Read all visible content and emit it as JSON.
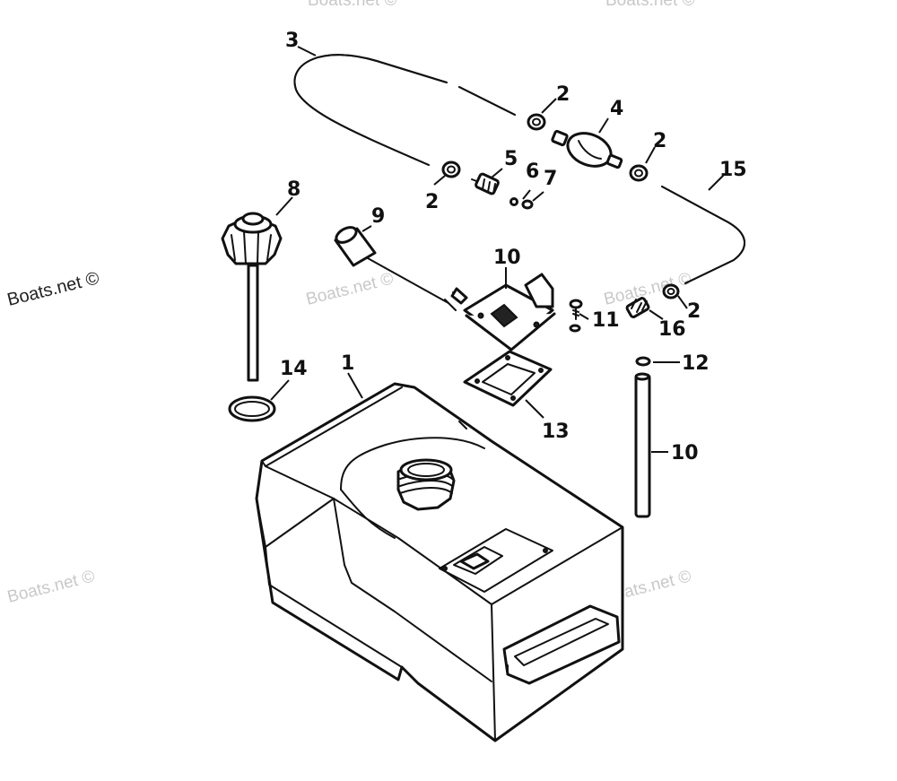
{
  "watermark": {
    "text": "Boats.net ©",
    "instances": 7
  },
  "callouts": {
    "n1": "1",
    "n2a": "2",
    "n2b": "2",
    "n2c": "2",
    "n2d": "2",
    "n3": "3",
    "n4": "4",
    "n5": "5",
    "n6": "6",
    "n7": "7",
    "n8": "8",
    "n9": "9",
    "n10a": "10",
    "n10b": "10",
    "n11": "11",
    "n12": "12",
    "n13": "13",
    "n14": "14",
    "n15": "15",
    "n16": "16"
  },
  "colors": {
    "line": "#111111",
    "background": "#ffffff",
    "watermark": "#c8c8c8"
  }
}
